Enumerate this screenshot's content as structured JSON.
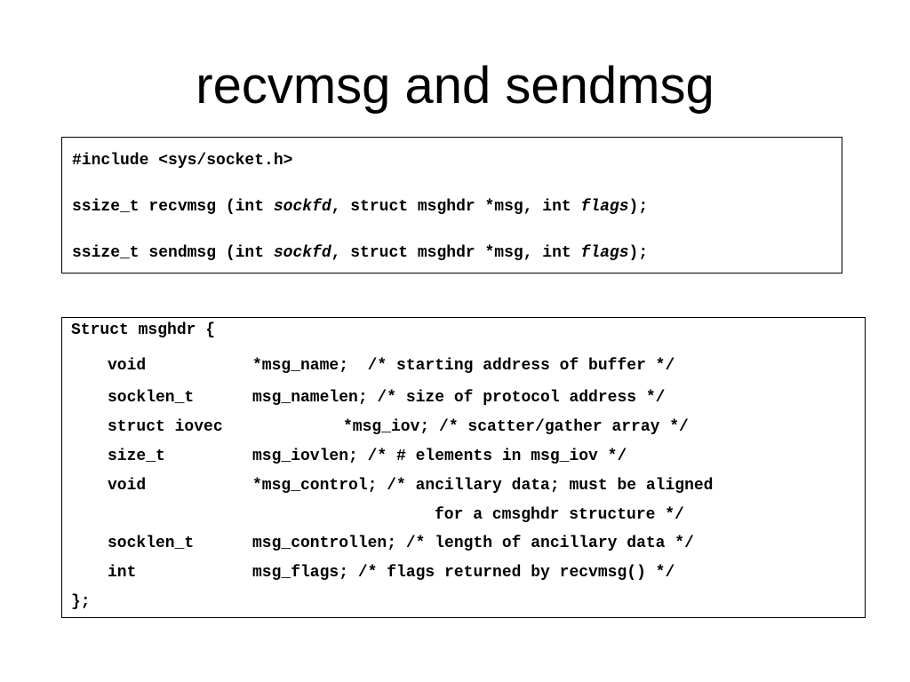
{
  "slide": {
    "title": "recvmsg and sendmsg"
  },
  "prototypes": {
    "include": "#include <sys/socket.h>",
    "recvmsg": {
      "prefix": "ssize_t recvmsg (int ",
      "arg1": "sockfd",
      "middle": ", struct msghdr *msg, int ",
      "arg3": "flags",
      "suffix": ");"
    },
    "sendmsg": {
      "prefix": "ssize_t sendmsg (int ",
      "arg1": "sockfd",
      "middle": ", struct msghdr *msg, int ",
      "arg3": "flags",
      "suffix": ");"
    }
  },
  "struct_def": {
    "open": "Struct msghdr {",
    "fields": [
      {
        "type": "void",
        "decl": "*msg_name;  /* starting address of buffer */"
      },
      {
        "type": "socklen_t",
        "decl": "msg_namelen; /* size of protocol address */"
      },
      {
        "type": "struct iovec",
        "decl": "*msg_iov; /* scatter/gather array */"
      },
      {
        "type": "size_t",
        "decl": "msg_iovlen; /* # elements in msg_iov */"
      },
      {
        "type": "void",
        "decl": "*msg_control; /* ancillary data; must be aligned"
      },
      {
        "type": "",
        "decl": "for a cmsghdr structure */"
      },
      {
        "type": "socklen_t",
        "decl": "msg_controllen; /* length of ancillary data */"
      },
      {
        "type": "int",
        "decl": "msg_flags; /* flags returned by recvmsg() */"
      }
    ],
    "close": "};"
  }
}
